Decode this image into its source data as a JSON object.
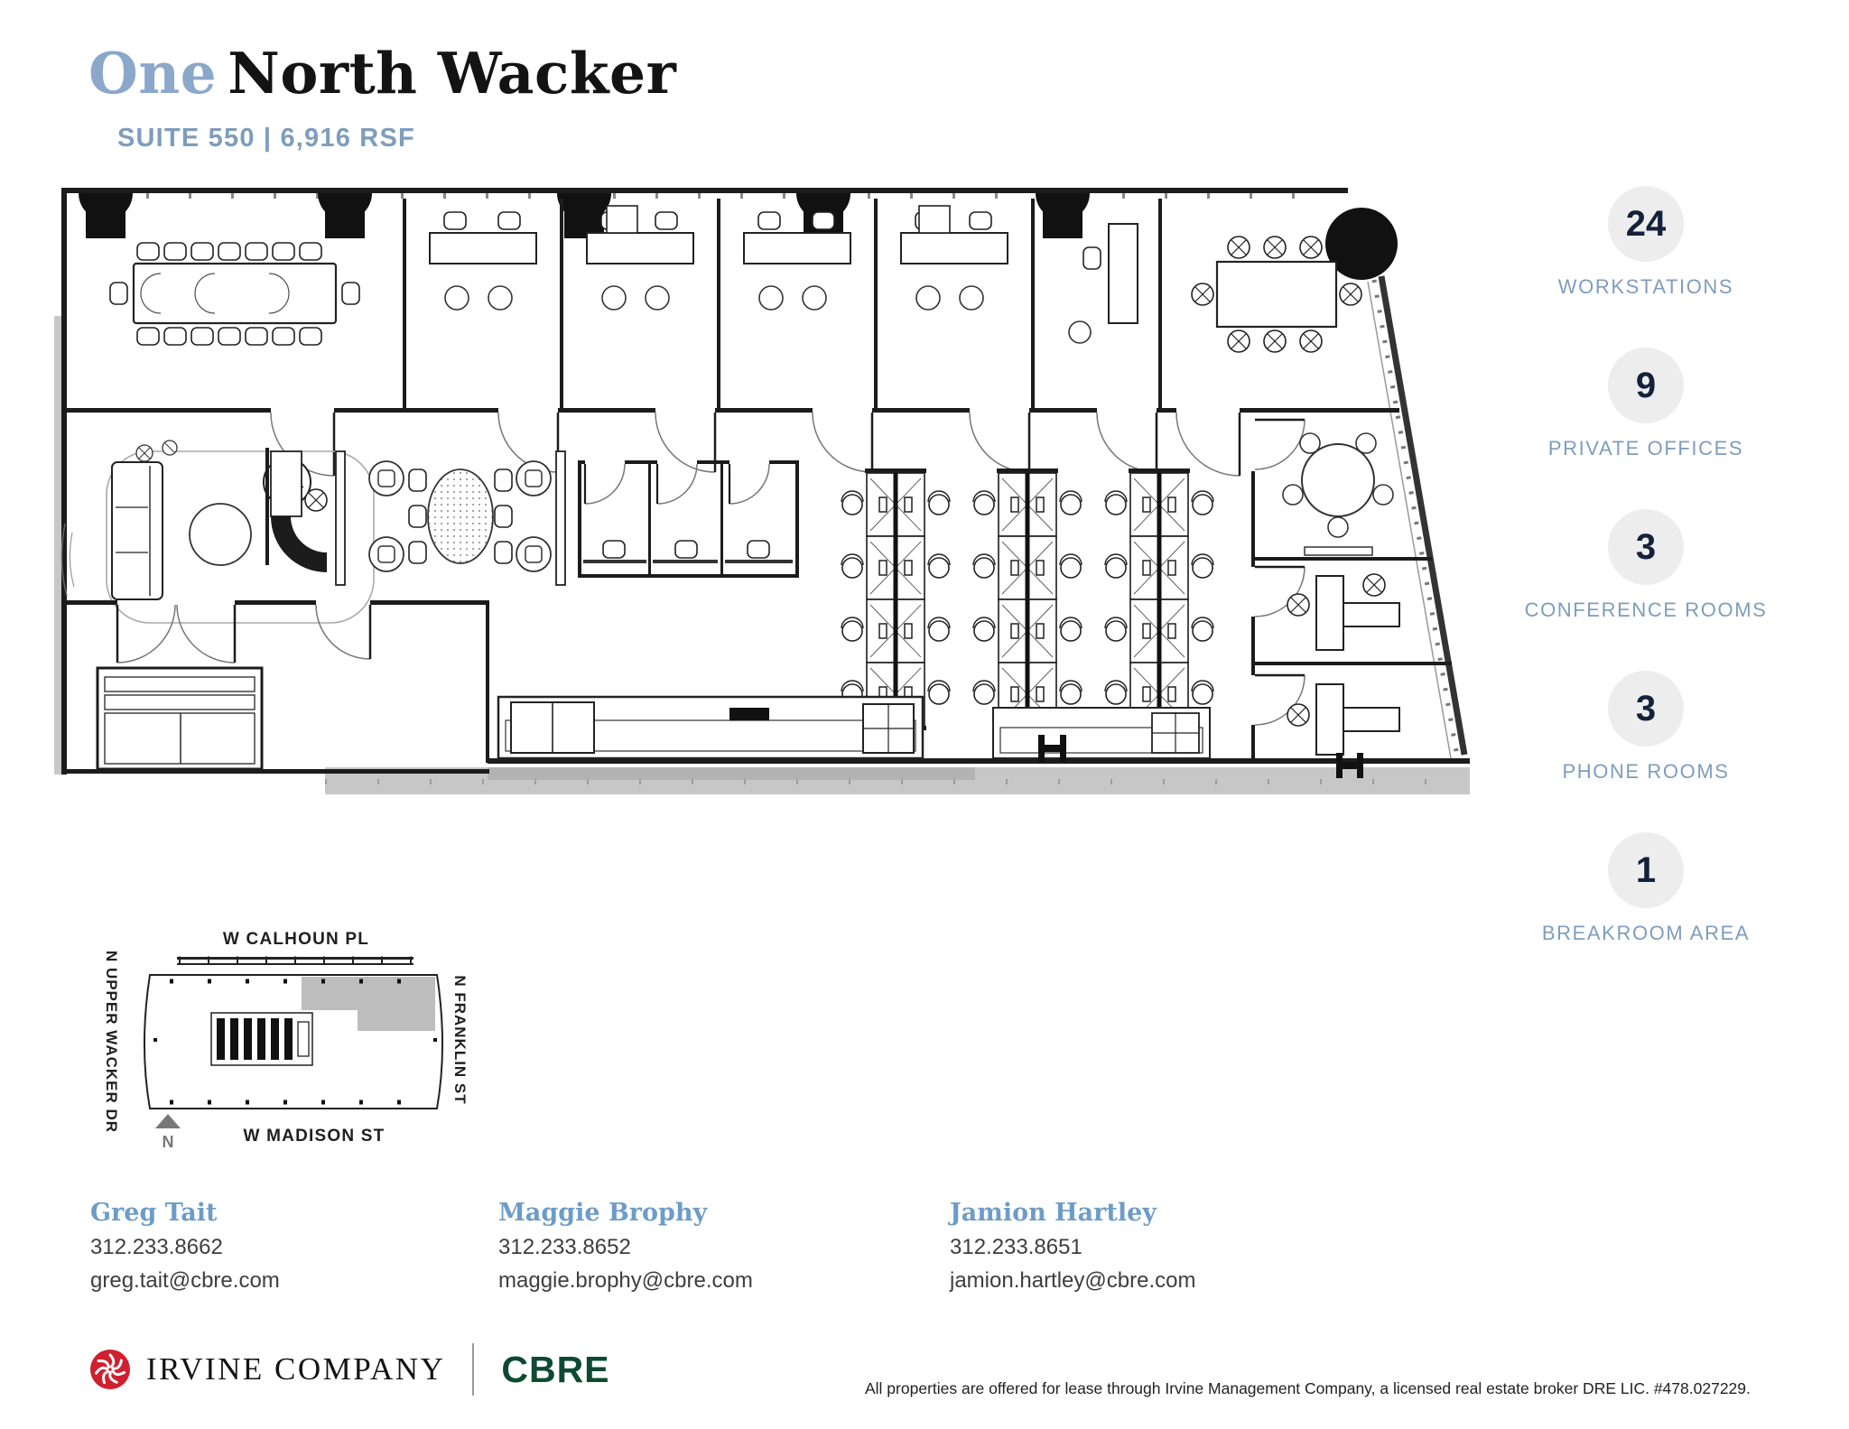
{
  "header": {
    "title_accent": "One",
    "title_rest": "North Wacker",
    "subtitle": "SUITE 550 | 6,916 RSF"
  },
  "stats": {
    "items": [
      {
        "value": "24",
        "label": "WORKSTATIONS"
      },
      {
        "value": "9",
        "label": "PRIVATE OFFICES"
      },
      {
        "value": "3",
        "label": "CONFERENCE ROOMS"
      },
      {
        "value": "3",
        "label": "PHONE ROOMS"
      },
      {
        "value": "1",
        "label": "BREAKROOM AREA"
      }
    ]
  },
  "map": {
    "street_top": "W CALHOUN PL",
    "street_left": "N UPPER WACKER DR",
    "street_right": "N FRANKLIN ST",
    "street_bottom": "W MADISON ST",
    "north_label": "N"
  },
  "contacts": [
    {
      "name": "Greg Tait",
      "phone": "312.233.8662",
      "email": "greg.tait@cbre.com"
    },
    {
      "name": "Maggie Brophy",
      "phone": "312.233.8652",
      "email": "maggie.brophy@cbre.com"
    },
    {
      "name": "Jamion Hartley",
      "phone": "312.233.8651",
      "email": "jamion.hartley@cbre.com"
    }
  ],
  "footer": {
    "brand_primary": "IRVINE COMPANY",
    "brand_secondary": "CBRE",
    "disclaimer": "All properties are offered for lease through Irvine Management Company, a licensed real estate broker DRE LIC. #478.027229."
  },
  "colors": {
    "accent_blue": "#7e9dbd",
    "title_blue": "#8ba7ca",
    "navy": "#14213a",
    "circle_gray": "#ededed",
    "cbre_green": "#0d4a32",
    "irvine_red": "#cf2030",
    "plan_gray": "#c7c7c7"
  }
}
